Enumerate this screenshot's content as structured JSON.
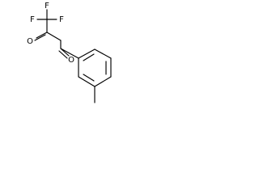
{
  "molecule": {
    "atoms": [
      {
        "id": "F1",
        "label": "F"
      },
      {
        "id": "F2",
        "label": "F"
      },
      {
        "id": "F3",
        "label": "F"
      },
      {
        "id": "O1",
        "label": "O"
      },
      {
        "id": "O2",
        "label": "O"
      }
    ]
  }
}
